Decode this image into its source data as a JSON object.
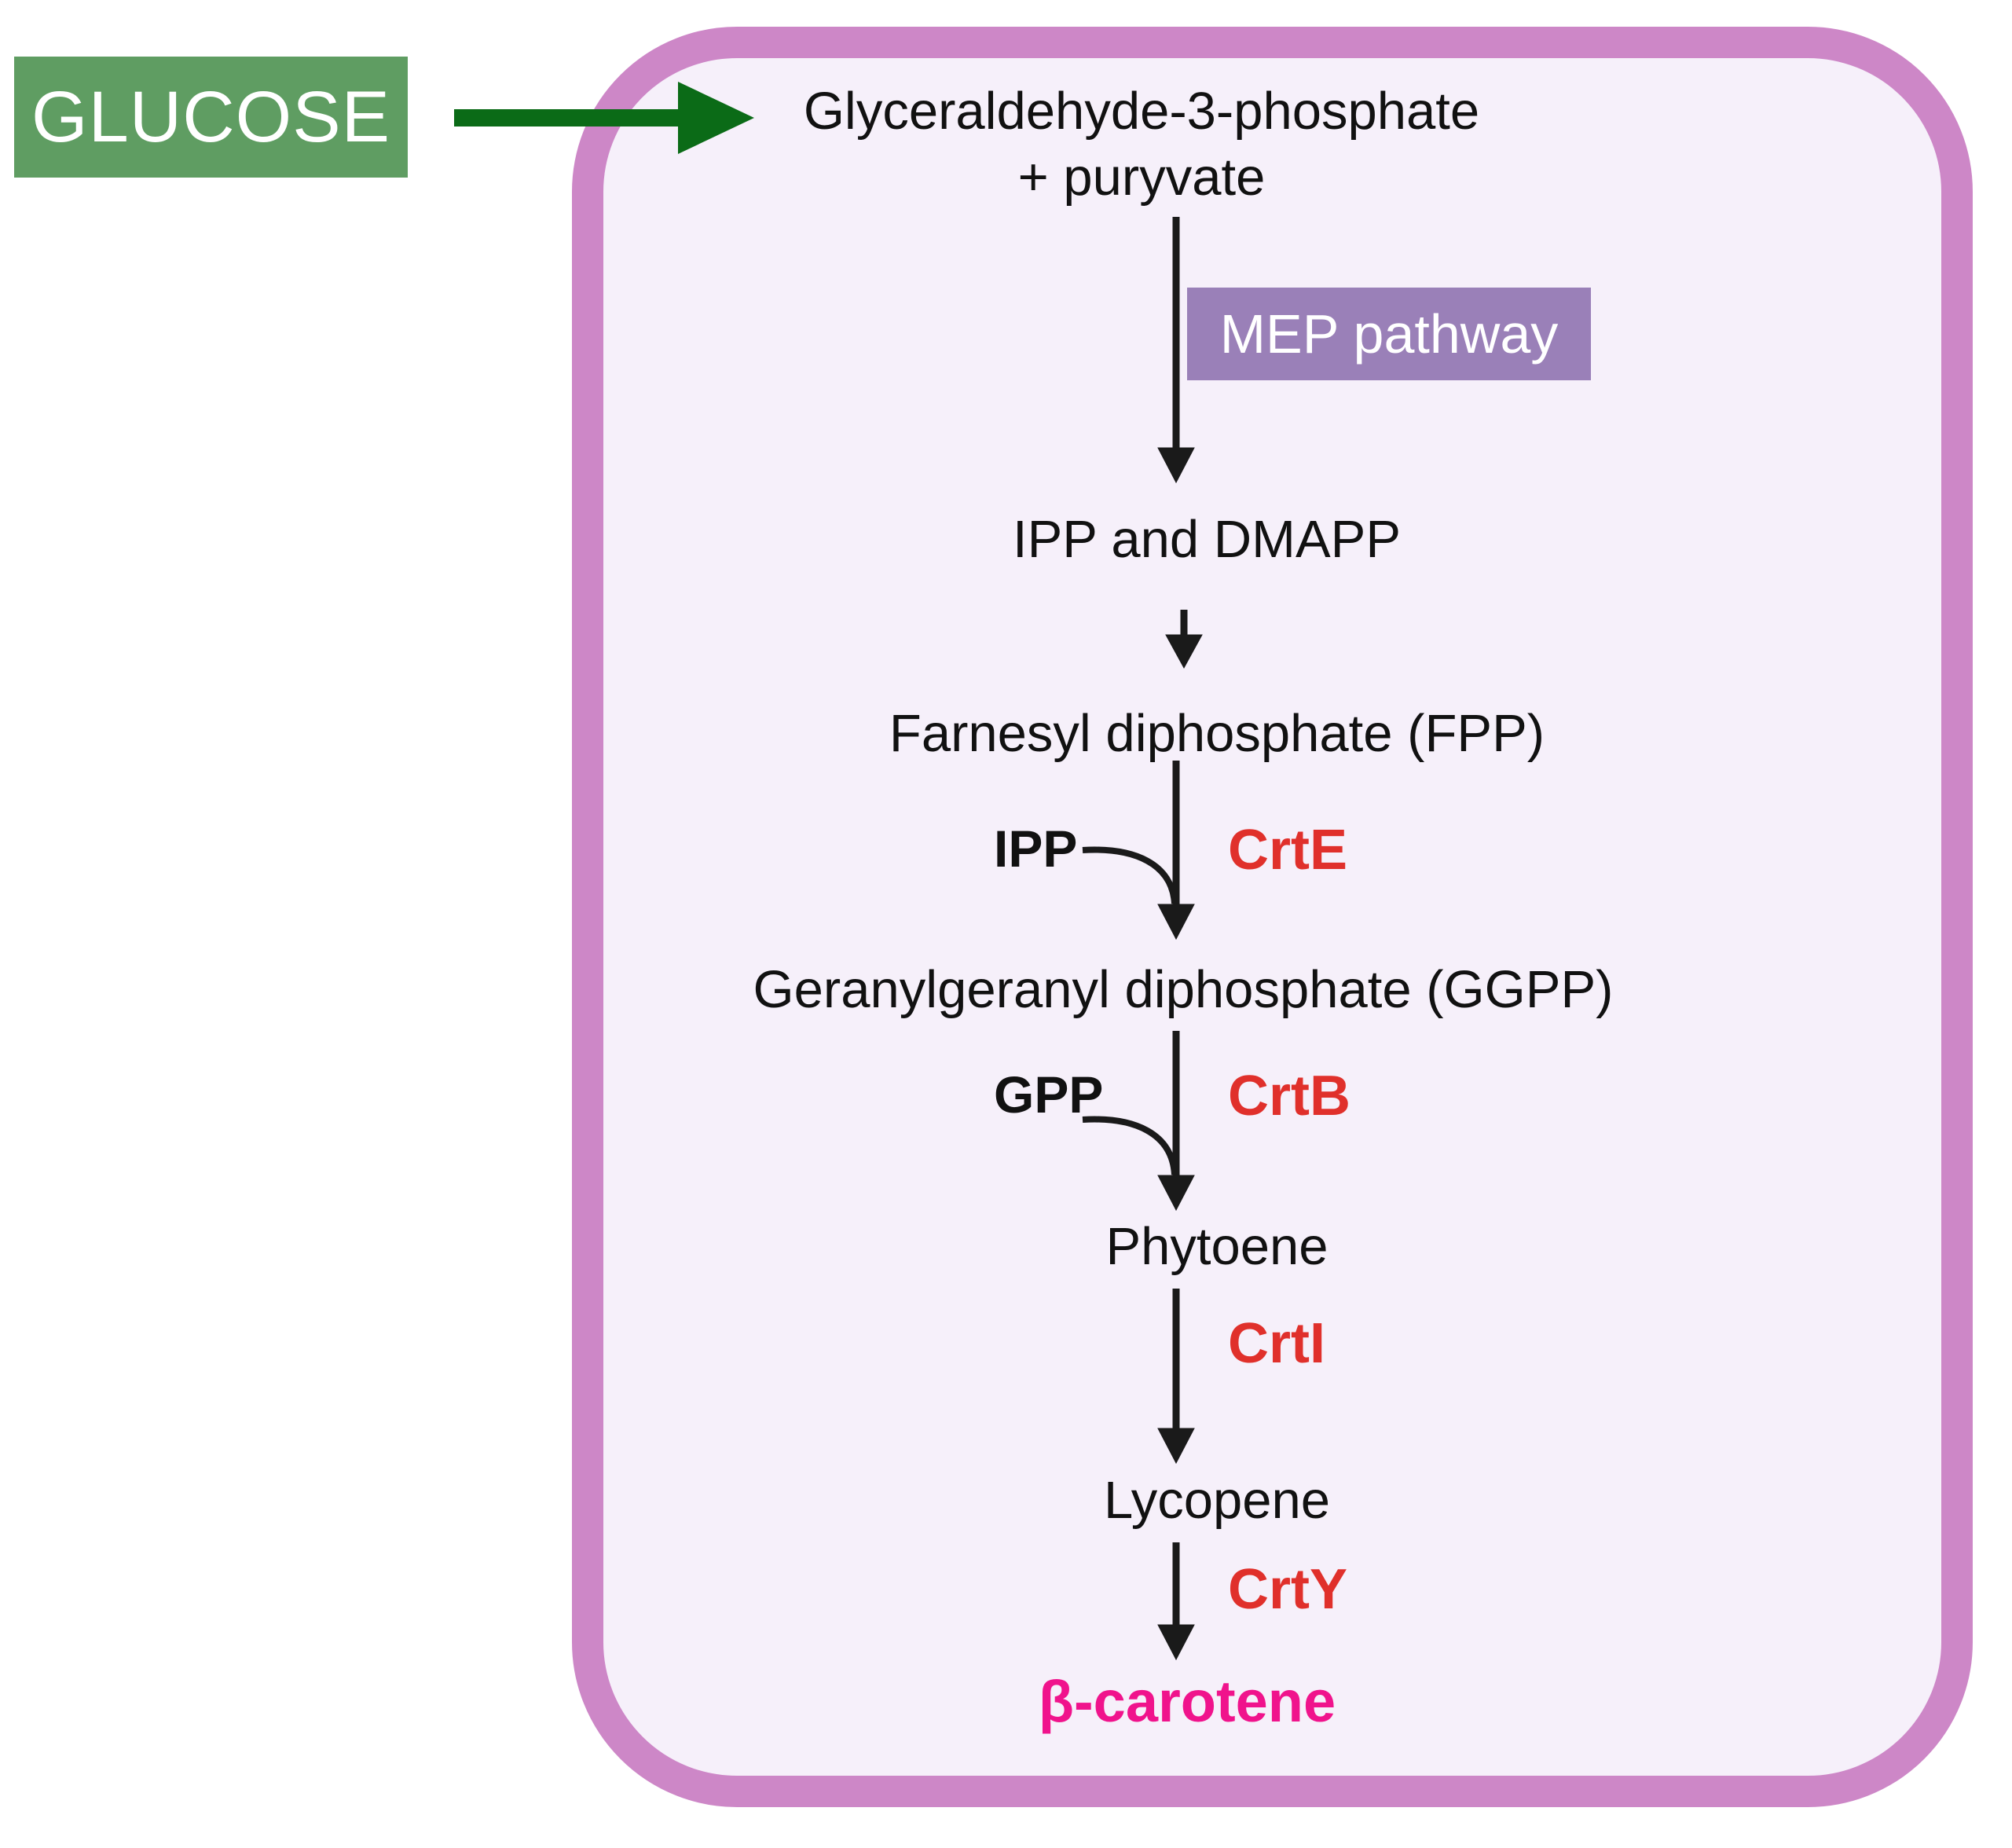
{
  "input": {
    "label": "GLUCOSE"
  },
  "pathway_box": {
    "label": "MEP pathway"
  },
  "metabolites": {
    "g3p_line1": "Glyceraldehyde-3-phosphate",
    "g3p_line2": "+ puryvate",
    "ipp_dmapp": "IPP and DMAPP",
    "fpp": "Farnesyl diphosphate (FPP)",
    "ggpp": "Geranylgeranyl diphosphate (GGPP)",
    "phytoene": "Phytoene",
    "lycopene": "Lycopene",
    "product": "β-carotene"
  },
  "enzymes": {
    "crte": "CrtE",
    "crtb": "CrtB",
    "crti": "CrtI",
    "crty": "CrtY"
  },
  "cofactors": {
    "ipp": "IPP",
    "gpp": "GPP"
  },
  "colors": {
    "cell_border": "#cd87c7",
    "cell_fill": "#f6f0fa",
    "glucose_box": "#5f9d62",
    "glucose_arrow": "#0b6b17",
    "pathway_box": "#9a80b8",
    "enzyme_text": "#e0302b",
    "product_text": "#f0138c",
    "arrow": "#1a1a1a"
  }
}
